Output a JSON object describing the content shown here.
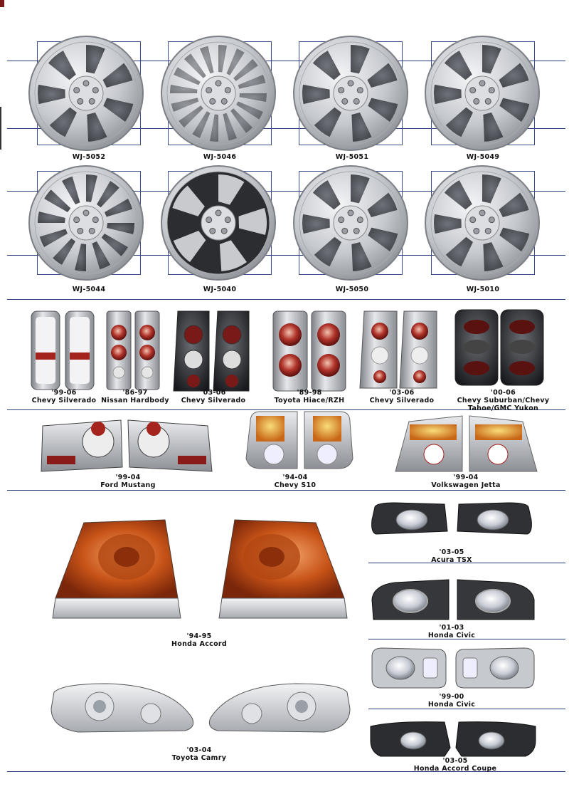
{
  "wheel_covers": [
    {
      "model": "WJ-5052"
    },
    {
      "model": "WJ-5046"
    },
    {
      "model": "WJ-5051"
    },
    {
      "model": "WJ-5049"
    },
    {
      "model": "WJ-5044"
    },
    {
      "model": "WJ-5040"
    },
    {
      "model": "WJ-5050"
    },
    {
      "model": "WJ-5010"
    }
  ],
  "tail_lights_row1": [
    {
      "years": "'99-06",
      "model": "Chevy Silverado"
    },
    {
      "years": "'86-97",
      "model": "Nissan Hardbody"
    },
    {
      "years": "'03-06",
      "model": "Chevy Silverado"
    },
    {
      "years": "'89-98",
      "model": "Toyota Hiace/RZH"
    },
    {
      "years": "'03-06",
      "model": "Chevy Silverado"
    },
    {
      "years": "'00-06",
      "model": "Chevy Suburban/Chevy Tahoe/GMC Yukon"
    }
  ],
  "tail_lights_row2": [
    {
      "years": "'99-04",
      "model": "Ford Mustang"
    },
    {
      "years": "'94-04",
      "model": "Chevy S10"
    },
    {
      "years": "'99-04",
      "model": "Volkswagen Jetta"
    }
  ],
  "large_lights": [
    {
      "years": "'94-95",
      "model": "Honda Accord"
    },
    {
      "years": "'03-04",
      "model": "Toyota Camry"
    }
  ],
  "fog_lights": [
    {
      "years": "'03-05",
      "model": "Acura TSX"
    },
    {
      "years": "'01-03",
      "model": "Honda Civic"
    },
    {
      "years": "'99-00",
      "model": "Honda Civic"
    },
    {
      "years": "'03-05",
      "model": "Honda Accord Coupe"
    }
  ],
  "colors": {
    "rule": "#2a3f7a",
    "chrome": "#c9ccd1",
    "amber": "#c8621c",
    "red": "#9a1f1f"
  }
}
